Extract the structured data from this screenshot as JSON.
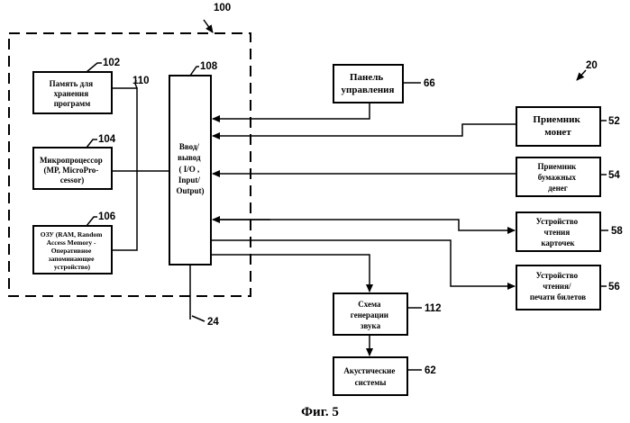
{
  "figure": {
    "caption": "Фиг. 5",
    "ref_system": "100",
    "ref_overall": "20",
    "ref_bus": "24",
    "ref_line_110": "110"
  },
  "blocks": {
    "program_memory": {
      "ref": "102",
      "lines": [
        "Память для",
        "хранения",
        "программ"
      ]
    },
    "microprocessor": {
      "ref": "104",
      "lines": [
        "Микропроцессор",
        "(MP, MicroPro-",
        "cessor)"
      ]
    },
    "ram": {
      "ref": "106",
      "lines": [
        "ОЗУ (RAM, Random",
        "Access Memory -",
        "Оперативное",
        "запоминающее",
        "устройство)"
      ]
    },
    "io": {
      "ref": "108",
      "lines": [
        "Ввод/",
        "вывод",
        "( I/O ,",
        "Input/",
        "Output)"
      ]
    },
    "control_panel": {
      "ref": "66",
      "lines": [
        "Панель",
        "управления"
      ]
    },
    "coin_acceptor": {
      "ref": "52",
      "lines": [
        "Приемник",
        "монет"
      ]
    },
    "bill_acceptor": {
      "ref": "54",
      "lines": [
        "Приемник",
        "бумажных",
        "денег"
      ]
    },
    "card_reader": {
      "ref": "58",
      "lines": [
        "Устройство",
        "чтения",
        "карточек"
      ]
    },
    "ticket_reader_printer": {
      "ref": "56",
      "lines": [
        "Устройство",
        "чтения/",
        "печати билетов"
      ]
    },
    "sound_generator": {
      "ref": "112",
      "lines": [
        "Схема",
        "генерации",
        "звука"
      ]
    },
    "speakers": {
      "ref": "62",
      "lines": [
        "Акустические",
        "системы"
      ]
    }
  }
}
